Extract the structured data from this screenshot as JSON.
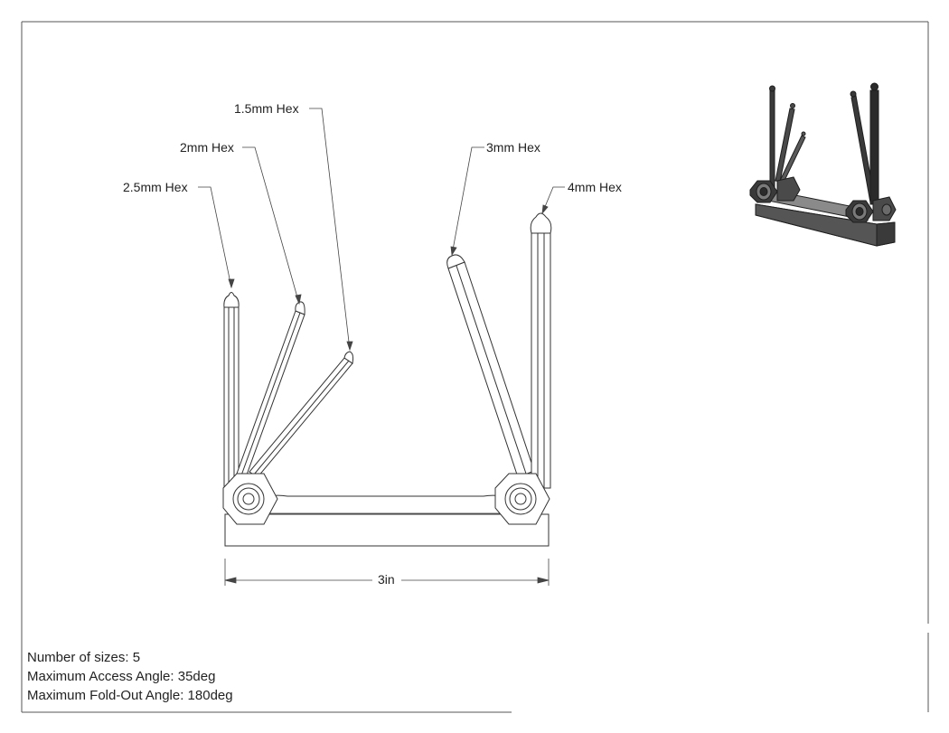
{
  "callouts": {
    "hex_1_5": "1.5mm Hex",
    "hex_2": "2mm Hex",
    "hex_2_5": "2.5mm Hex",
    "hex_3": "3mm Hex",
    "hex_4": "4mm Hex"
  },
  "dimension": {
    "width_label": "3in"
  },
  "notes": {
    "sizes": "Number of sizes: 5",
    "access_angle": "Maximum Access Angle: 35deg",
    "foldout_angle": "Maximum Fold-Out Angle: 180deg"
  },
  "colors": {
    "line": "#333333",
    "frame": "#555555",
    "iso_dark": "#2a2a2a",
    "iso_mid": "#6a6a6a"
  }
}
